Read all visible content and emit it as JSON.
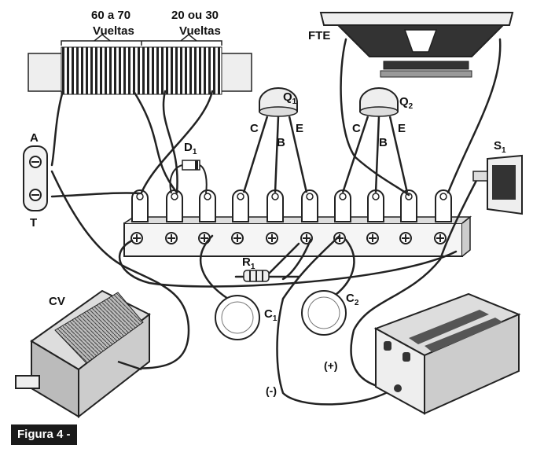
{
  "labels": {
    "coil_turns_1": "60 a 70",
    "coil_turns_1_unit": "Vueltas",
    "coil_turns_2": "20 ou 30",
    "coil_turns_2_unit": "Vueltas",
    "speaker": "FTE",
    "terminal_a": "A",
    "terminal_t": "T",
    "diode": "D",
    "diode_sub": "1",
    "transistor_1": "Q",
    "transistor_1_sub": "1",
    "transistor_2": "Q",
    "transistor_2_sub": "2",
    "pin_c": "C",
    "pin_b": "B",
    "pin_e": "E",
    "switch": "S",
    "switch_sub": "1",
    "resistor": "R",
    "resistor_sub": "1",
    "cap_1": "C",
    "cap_1_sub": "1",
    "cap_2": "C",
    "cap_2_sub": "2",
    "variable_cap": "CV",
    "battery_plus": "(+)",
    "battery_minus": "(-)"
  },
  "caption": "Figura 4 -"
}
